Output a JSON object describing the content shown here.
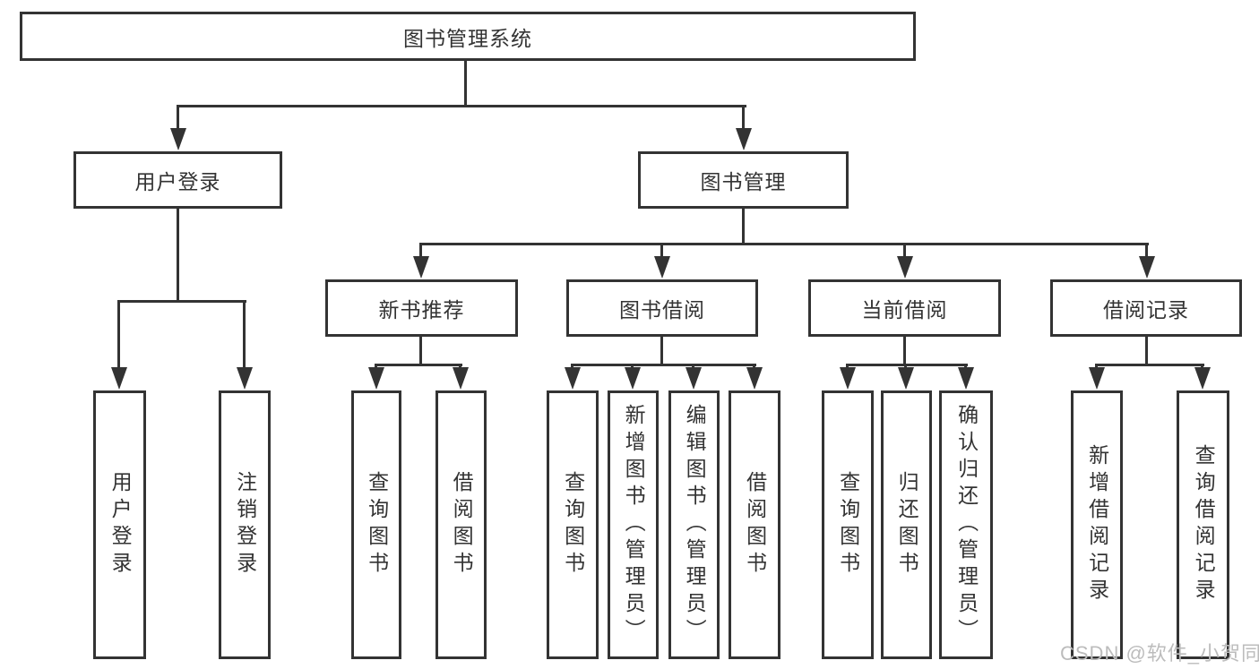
{
  "tree": {
    "label": "图书管理系统",
    "children": [
      {
        "label": "用户登录",
        "children": [
          {
            "label": "用户登录"
          },
          {
            "label": "注销登录"
          }
        ]
      },
      {
        "label": "图书管理",
        "children": [
          {
            "label": "新书推荐",
            "children": [
              {
                "label": "查询图书"
              },
              {
                "label": "借阅图书"
              }
            ]
          },
          {
            "label": "图书借阅",
            "children": [
              {
                "label": "查询图书"
              },
              {
                "label": "新增图书（管理员）"
              },
              {
                "label": "编辑图书（管理员）"
              },
              {
                "label": "借阅图书"
              }
            ]
          },
          {
            "label": "当前借阅",
            "children": [
              {
                "label": "查询图书"
              },
              {
                "label": "归还图书"
              },
              {
                "label": "确认归还（管理员）"
              }
            ]
          },
          {
            "label": "借阅记录",
            "children": [
              {
                "label": "新增借阅记录"
              },
              {
                "label": "查询借阅记录"
              }
            ]
          }
        ]
      }
    ]
  },
  "watermark": {
    "text": "CSDN @软件_小贺同学"
  },
  "colors": {
    "line": "#333333",
    "text": "#333333",
    "watermark": "#bcbcbc",
    "background": "#ffffff"
  }
}
